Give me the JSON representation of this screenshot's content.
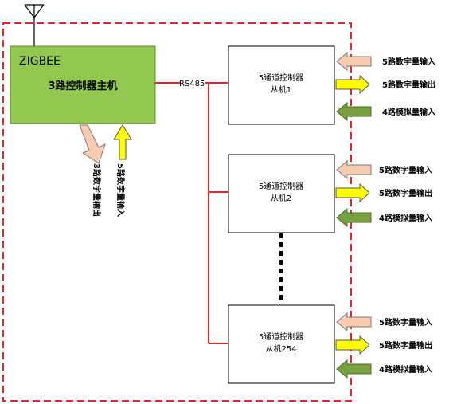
{
  "master": {
    "brand": "ZIGBEE",
    "title": "3路控制器主机",
    "output_label": "3路数字量输出",
    "input_label": "5路数字量输入"
  },
  "bus": {
    "label": "RS485"
  },
  "slaves": [
    {
      "title": "5通道控制器",
      "subtitle": "从机1",
      "io": [
        "5路数字量输入",
        "5路数字量输出",
        "4路模拟量输入"
      ]
    },
    {
      "title": "5通道控制器",
      "subtitle": "从机2",
      "io": [
        "5路数字量输入",
        "5路数字量输出",
        "4路模拟量输入"
      ]
    },
    {
      "title": "5通道控制器",
      "subtitle": "从机254",
      "io": [
        "5路数字量输入",
        "5路数字量输出",
        "4路模拟量输入"
      ]
    }
  ],
  "colors": {
    "border_dash": "#e0282b",
    "bus_line": "#e0282b",
    "master_fill": "#92c84f",
    "master_border": "#5a8a2a",
    "arrow_input_fill": "#f9cbb0",
    "arrow_output_fill": "#ffff00",
    "arrow_analog_fill": "#79a040"
  }
}
